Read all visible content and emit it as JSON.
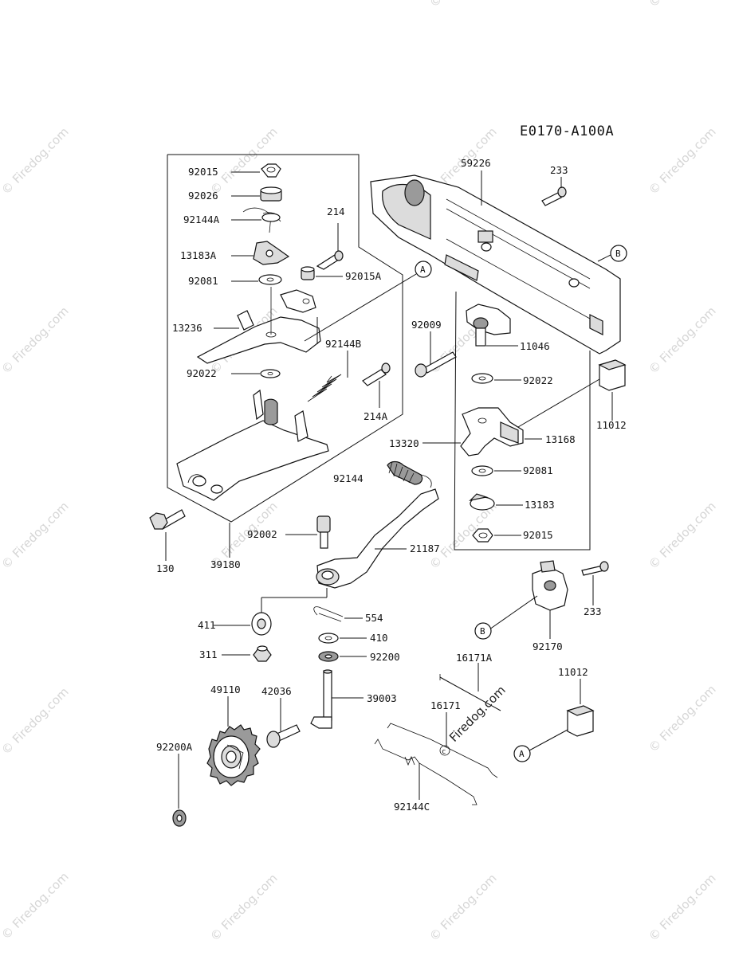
{
  "diagram": {
    "reference_code": "E0170-A100A",
    "watermark": "© Firedog.com",
    "center_watermark": "Firedog.com",
    "callouts": {
      "a": "A",
      "b": "B"
    },
    "parts": {
      "p92015_top": "92015",
      "p92026": "92026",
      "p92144A": "92144A",
      "p214": "214",
      "p13183A": "13183A",
      "p92081_left": "92081",
      "p92015A": "92015A",
      "p13236": "13236",
      "p92144B": "92144B",
      "p92022_left": "92022",
      "p214A": "214A",
      "p130": "130",
      "p39180": "39180",
      "p59226": "59226",
      "p233_top": "233",
      "p92009": "92009",
      "p11046": "11046",
      "p92022_right": "92022",
      "p11012_top": "11012",
      "p13168": "13168",
      "p13320": "13320",
      "p92144": "92144",
      "p92081_right": "92081",
      "p13183": "13183",
      "p92015_right": "92015",
      "p92002": "92002",
      "p21187": "21187",
      "p411": "411",
      "p554": "554",
      "p410": "410",
      "p311": "311",
      "p92200": "92200",
      "p233_mid": "233",
      "p92170": "92170",
      "p16171A": "16171A",
      "p49110": "49110",
      "p42036": "42036",
      "p39003": "39003",
      "p16171": "16171",
      "p11012_bottom": "11012",
      "p92200A": "92200A",
      "p92144C": "92144C"
    }
  }
}
